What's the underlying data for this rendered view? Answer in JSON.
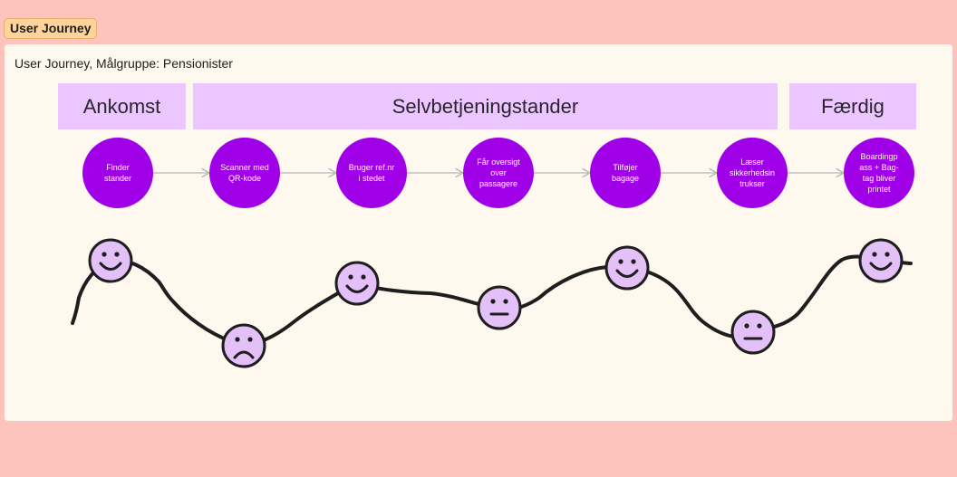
{
  "tag": {
    "label": "User Journey"
  },
  "board": {
    "title": "User Journey, Målgruppe: Pensionister"
  },
  "phases": [
    "Ankomst",
    "Selvbetjeningstander",
    "Færdig"
  ],
  "steps": [
    "Finder\nstander",
    "Scanner med\nQR-kode",
    "Bruger ref.nr\ni stedet",
    "Får oversigt\nover\npassagere",
    "Tilføjer\nbagage",
    "Læser\nsikkerhedsin\ntrukser",
    "Boardingp\nass + Bag-\ntag bliver\nprintet"
  ],
  "moods": [
    "happy",
    "sad",
    "happy",
    "neutral",
    "happy",
    "neutral",
    "happy"
  ],
  "colors": {
    "background": "#ffc3bd",
    "board": "#fff8ee",
    "tag": "#ffd49c",
    "phase": "#ebc6ff",
    "step": "#a000e8",
    "face": "#e4c0f8",
    "line": "#1e1e1e",
    "arrow": "#b8b8b8"
  }
}
